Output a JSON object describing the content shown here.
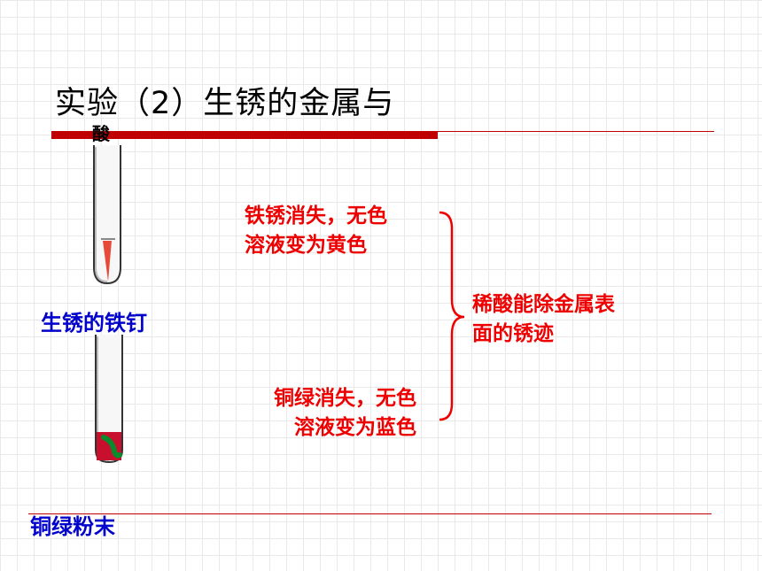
{
  "slide": {
    "title": "实验（2）生锈的金属与",
    "title_cont": "酸"
  },
  "labels": {
    "rusty_nail": "生锈的铁钉",
    "copper_green_powder": "铜绿粉末"
  },
  "observations": {
    "rust_line1": "铁锈消失，无色",
    "rust_line2": "溶液变为黄色",
    "copper_line1": "铜绿消失，无色",
    "copper_line2": "溶液变为蓝色"
  },
  "conclusion": {
    "line1": "稀酸能除金属表",
    "line2": "面的锈迹"
  },
  "colors": {
    "accent_red": "#c00000",
    "observation_red": "#ee0000",
    "label_blue": "#0000cc",
    "copper_green": "#0a8a2a"
  }
}
